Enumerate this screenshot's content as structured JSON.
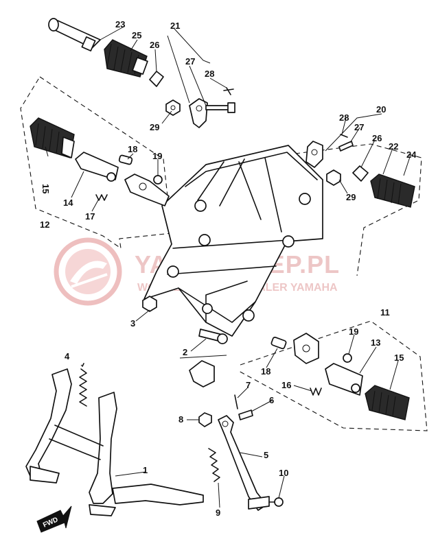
{
  "watermark": {
    "title": "YAMA-SKLEP.PL",
    "subtitle": "WOJCIECHOWICZ | DEALER YAMAHA",
    "color": "#e9aaaa"
  },
  "fwd_label": "FWD",
  "callouts": {
    "c1": "1",
    "c2": "2",
    "c3": "3",
    "c4": "4",
    "c5": "5",
    "c6": "6",
    "c7": "7",
    "c8": "8",
    "c9": "9",
    "c10": "10",
    "c11": "11",
    "c12": "12",
    "c13": "13",
    "c14": "14",
    "c15a": "15",
    "c15b": "15",
    "c16": "16",
    "c17": "17",
    "c18a": "18",
    "c18b": "18",
    "c19a": "19",
    "c19b": "19",
    "c20": "20",
    "c21": "21",
    "c22": "22",
    "c23": "23",
    "c24": "24",
    "c25": "25",
    "c26a": "26",
    "c26b": "26",
    "c27a": "27",
    "c27b": "27",
    "c28a": "28",
    "c28b": "28",
    "c29a": "29",
    "c29b": "29"
  }
}
